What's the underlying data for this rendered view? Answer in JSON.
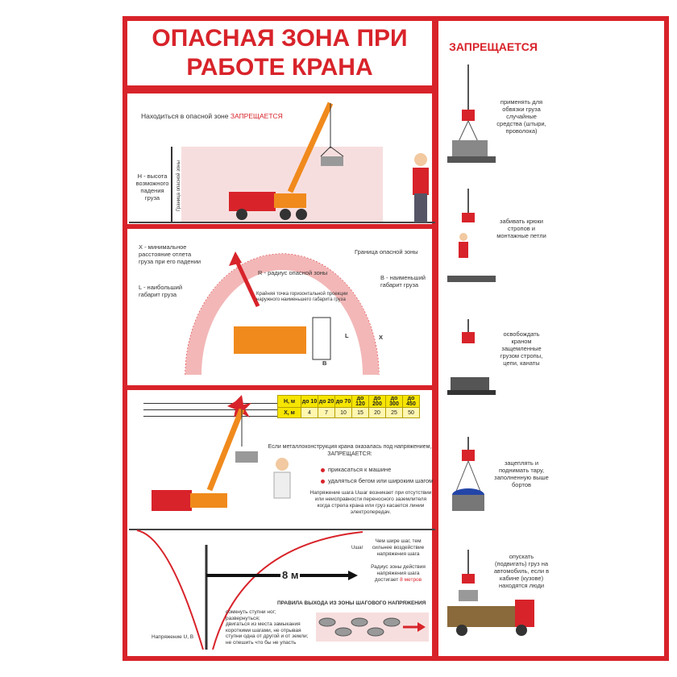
{
  "header": {
    "title_line1": "ОПАСНАЯ ЗОНА ПРИ",
    "title_line2": "РАБОТЕ КРАНА"
  },
  "sidebar": {
    "title": "ЗАПРЕЩАЕТСЯ",
    "items": [
      {
        "text": "применять для обвязки груза случайные средства (штыри, проволока)"
      },
      {
        "text": "забивать крюки стропов и монтажные петли"
      },
      {
        "text": "освобождать краном защемленные грузом стропы, цепи, канаты"
      },
      {
        "text": "зацеплять и поднимать тару, заполненную выше бортов"
      },
      {
        "text": "опускать (подвигать) груз на автомобиль, если в кабине (кузове) находятся люди"
      }
    ]
  },
  "section1": {
    "notice_prefix": "Находиться в опасной зоне",
    "notice_red": "ЗАПРЕЩАЕТСЯ",
    "h_label": "Н - высота возможного падения груза",
    "zone_border_label": "Граница опасной зоны"
  },
  "section2": {
    "x_label": "Х - минимальное расстояние отлета груза при его падении",
    "zone_border": "Граница опасной зоны",
    "r_label": "R - радиус опасной зоны",
    "l_label": "L - наибольший габарит груза",
    "b_label": "В - наименьший габарит груза",
    "edge_label": "Крайняя точка горизонтальной проекции наружного наименьшего габарита груза",
    "dim_l": "L",
    "dim_b": "B",
    "dim_x": "X"
  },
  "section3": {
    "table": {
      "h_label": "H, м",
      "x_label": "X, м",
      "h_values": [
        "до 10",
        "до 20",
        "до 70",
        "до 120",
        "до 200",
        "до 300",
        "до 450"
      ],
      "x_values": [
        "4",
        "7",
        "10",
        "15",
        "20",
        "25",
        "50"
      ]
    },
    "voltage_title": "Если металлоконструкция крана оказалась под напряжением, ЗАПРЕЩАЕТСЯ:",
    "voltage_items": [
      "прикасаться к машине",
      "удаляться бегом или широким шагом"
    ],
    "step_voltage_note": "Напряжение шага Uшаг возникает при отсутствии или неисправности переносного заземлителя когда стрела крана или груз касается линии электропередач.",
    "wider_step": "Чем шире шаг, тем сильнее воздействие напряжения шага",
    "radius_prefix": "Радиус зоны действия напряжения шага достигает",
    "radius_red": "8 метров",
    "u_label": "Uшаг",
    "distance": "8 м",
    "exit_title": "ПРАВИЛА ВЫХОДА ИЗ ЗОНЫ ШАГОВОГО НАПРЯЖЕНИЯ",
    "exit_rules": [
      "сомкнуть ступни ног;",
      "развернуться;",
      "двигаться из места замыкания короткими шагами, не отрывая ступни одна от другой и от земли;",
      "не спешить что бы не упасть"
    ],
    "axis_label": "Напряжение U, В"
  },
  "colors": {
    "accent": "#d8232a",
    "crane": "#f08a1c",
    "table_head": "#f6e500"
  }
}
